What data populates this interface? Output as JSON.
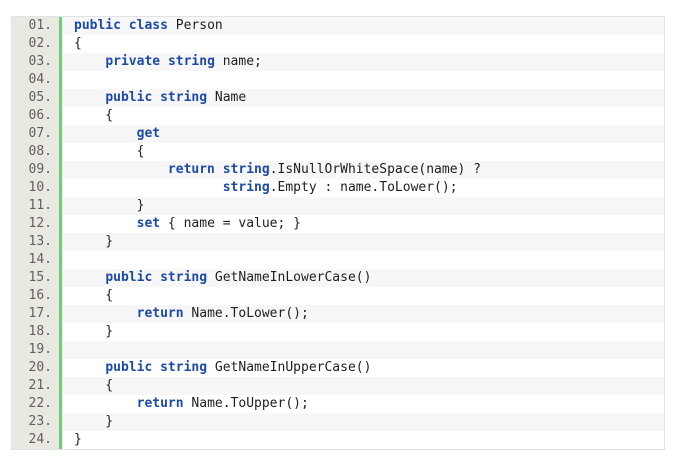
{
  "code_view": {
    "language": "C#",
    "colors": {
      "keyword": "#1d4aa8",
      "text": "#1f1f1f",
      "gutter_bg": "#e9e9e1",
      "gutter_border": "#6ccf73",
      "odd_row_bg": "#f7f7f7",
      "even_row_bg": "#ffffff"
    },
    "lines": [
      {
        "num": "01.",
        "tokens": [
          {
            "t": "public",
            "k": "kw"
          },
          {
            "t": " ",
            "k": "text"
          },
          {
            "t": "class",
            "k": "kw"
          },
          {
            "t": " Person",
            "k": "text"
          }
        ]
      },
      {
        "num": "02.",
        "tokens": [
          {
            "t": "{",
            "k": "text"
          }
        ]
      },
      {
        "num": "03.",
        "tokens": [
          {
            "t": "    ",
            "k": "text"
          },
          {
            "t": "private",
            "k": "kw"
          },
          {
            "t": " ",
            "k": "text"
          },
          {
            "t": "string",
            "k": "kw"
          },
          {
            "t": " name;",
            "k": "text"
          }
        ]
      },
      {
        "num": "04.",
        "tokens": []
      },
      {
        "num": "05.",
        "tokens": [
          {
            "t": "    ",
            "k": "text"
          },
          {
            "t": "public",
            "k": "kw"
          },
          {
            "t": " ",
            "k": "text"
          },
          {
            "t": "string",
            "k": "kw"
          },
          {
            "t": " Name",
            "k": "text"
          }
        ]
      },
      {
        "num": "06.",
        "tokens": [
          {
            "t": "    {",
            "k": "text"
          }
        ]
      },
      {
        "num": "07.",
        "tokens": [
          {
            "t": "        ",
            "k": "text"
          },
          {
            "t": "get",
            "k": "kw"
          }
        ]
      },
      {
        "num": "08.",
        "tokens": [
          {
            "t": "        {",
            "k": "text"
          }
        ]
      },
      {
        "num": "09.",
        "tokens": [
          {
            "t": "            ",
            "k": "text"
          },
          {
            "t": "return",
            "k": "kw"
          },
          {
            "t": " ",
            "k": "text"
          },
          {
            "t": "string",
            "k": "kw"
          },
          {
            "t": ".IsNullOrWhiteSpace(name) ?",
            "k": "text"
          }
        ]
      },
      {
        "num": "10.",
        "tokens": [
          {
            "t": "                   ",
            "k": "text"
          },
          {
            "t": "string",
            "k": "kw"
          },
          {
            "t": ".Empty : name.ToLower();",
            "k": "text"
          }
        ]
      },
      {
        "num": "11.",
        "tokens": [
          {
            "t": "        }",
            "k": "text"
          }
        ]
      },
      {
        "num": "12.",
        "tokens": [
          {
            "t": "        ",
            "k": "text"
          },
          {
            "t": "set",
            "k": "kw"
          },
          {
            "t": " { name = value; }",
            "k": "text"
          }
        ]
      },
      {
        "num": "13.",
        "tokens": [
          {
            "t": "    }",
            "k": "text"
          }
        ]
      },
      {
        "num": "14.",
        "tokens": []
      },
      {
        "num": "15.",
        "tokens": [
          {
            "t": "    ",
            "k": "text"
          },
          {
            "t": "public",
            "k": "kw"
          },
          {
            "t": " ",
            "k": "text"
          },
          {
            "t": "string",
            "k": "kw"
          },
          {
            "t": " GetNameInLowerCase()",
            "k": "text"
          }
        ]
      },
      {
        "num": "16.",
        "tokens": [
          {
            "t": "    {",
            "k": "text"
          }
        ]
      },
      {
        "num": "17.",
        "tokens": [
          {
            "t": "        ",
            "k": "text"
          },
          {
            "t": "return",
            "k": "kw"
          },
          {
            "t": " Name.ToLower();",
            "k": "text"
          }
        ]
      },
      {
        "num": "18.",
        "tokens": [
          {
            "t": "    }",
            "k": "text"
          }
        ]
      },
      {
        "num": "19.",
        "tokens": []
      },
      {
        "num": "20.",
        "tokens": [
          {
            "t": "    ",
            "k": "text"
          },
          {
            "t": "public",
            "k": "kw"
          },
          {
            "t": " ",
            "k": "text"
          },
          {
            "t": "string",
            "k": "kw"
          },
          {
            "t": " GetNameInUpperCase()",
            "k": "text"
          }
        ]
      },
      {
        "num": "21.",
        "tokens": [
          {
            "t": "    {",
            "k": "text"
          }
        ]
      },
      {
        "num": "22.",
        "tokens": [
          {
            "t": "        ",
            "k": "text"
          },
          {
            "t": "return",
            "k": "kw"
          },
          {
            "t": " Name.ToUpper();",
            "k": "text"
          }
        ]
      },
      {
        "num": "23.",
        "tokens": [
          {
            "t": "    }",
            "k": "text"
          }
        ]
      },
      {
        "num": "24.",
        "tokens": [
          {
            "t": "}",
            "k": "text"
          }
        ]
      }
    ]
  }
}
